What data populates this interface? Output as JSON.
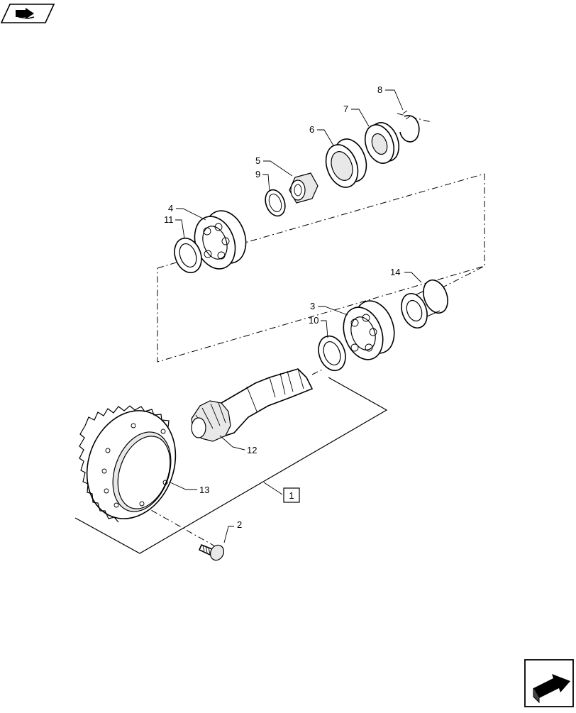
{
  "icons": {
    "top_left": "fold-page-nav-icon",
    "bottom_right": "next-page-arrow-icon"
  },
  "callouts": [
    {
      "id": "c1",
      "label": "1"
    },
    {
      "id": "c2",
      "label": "2"
    },
    {
      "id": "c3",
      "label": "3"
    },
    {
      "id": "c4",
      "label": "4"
    },
    {
      "id": "c5",
      "label": "5"
    },
    {
      "id": "c6",
      "label": "6"
    },
    {
      "id": "c7",
      "label": "7"
    },
    {
      "id": "c8",
      "label": "8"
    },
    {
      "id": "c9",
      "label": "9"
    },
    {
      "id": "c10",
      "label": "10"
    },
    {
      "id": "c11",
      "label": "11"
    },
    {
      "id": "c12",
      "label": "12"
    },
    {
      "id": "c13",
      "label": "13"
    },
    {
      "id": "c14",
      "label": "14"
    }
  ]
}
